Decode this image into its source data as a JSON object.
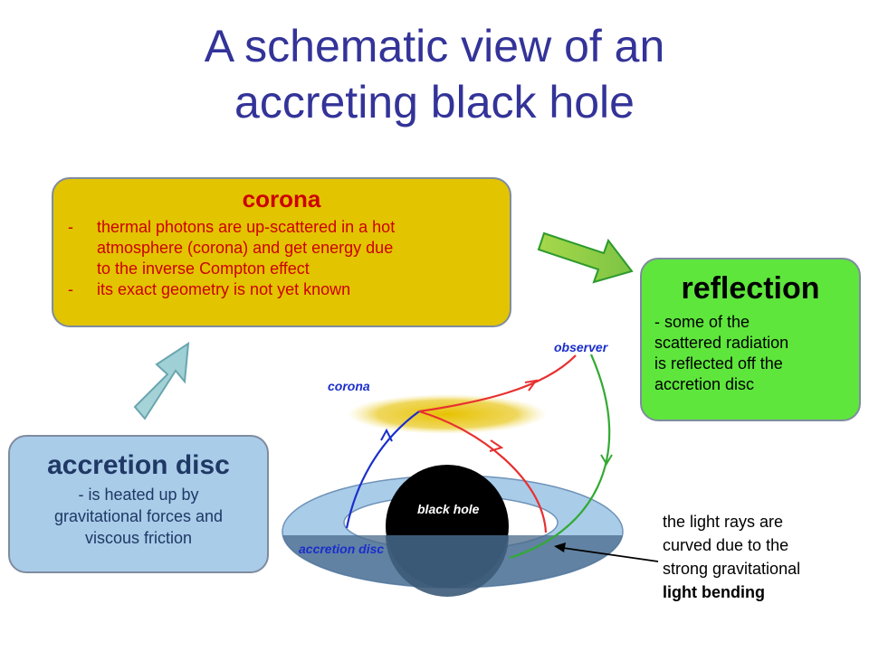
{
  "title": {
    "line1": "A schematic view of an",
    "line2": "accreting black hole"
  },
  "corona_box": {
    "heading": "corona",
    "items": [
      {
        "dash": "-",
        "lines": [
          "thermal photons are up-scattered in a hot",
          "atmosphere (corona) and get energy due",
          "to the inverse Compton effect"
        ]
      },
      {
        "dash": "-",
        "lines": [
          "its exact geometry is not yet known"
        ]
      }
    ]
  },
  "reflection_box": {
    "heading": "reflection",
    "lines": [
      "- some of the",
      "scattered radiation",
      "is reflected off the",
      "accretion disc"
    ]
  },
  "disc_box": {
    "heading": "accretion disc",
    "lines": [
      "- is heated up by",
      "gravitational forces and",
      "viscous friction"
    ]
  },
  "note": {
    "lines": [
      "the light rays are",
      "curved due to the",
      "strong gravitational"
    ],
    "bold": "light bending"
  },
  "diagram_labels": {
    "observer": "observer",
    "corona": "corona",
    "black_hole": "black hole",
    "accretion_disc": "accretion disc"
  },
  "colors": {
    "title": "#333399",
    "corona_fill": "#e2c400",
    "corona_text": "#cc0000",
    "reflection_fill": "#5ee63c",
    "disc_fill": "#a9cce9",
    "label_blue": "#1a2ecc",
    "ray_red": "#e83030",
    "ray_green": "#33aa33",
    "ray_blue": "#1a2ecc"
  }
}
